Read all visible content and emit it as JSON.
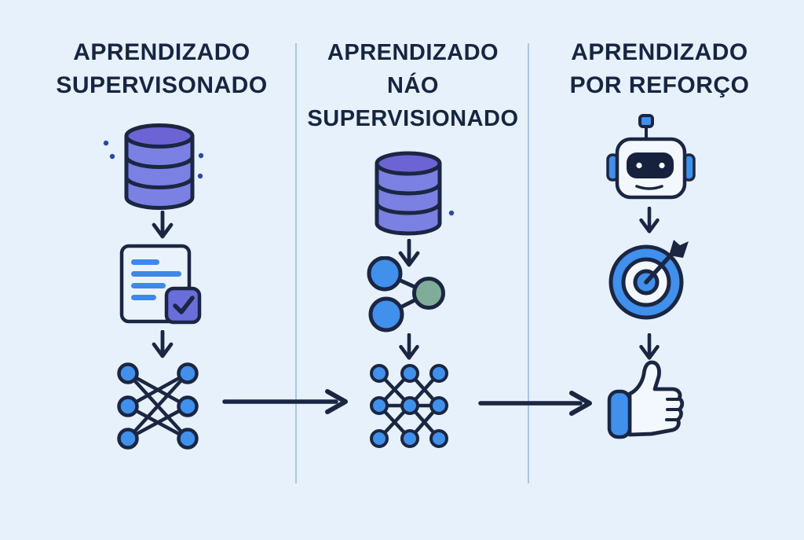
{
  "colors": {
    "background": "#e6f1fc",
    "title_text": "#172540",
    "outline": "#1b2642",
    "database_body": "#7b80e3",
    "database_top": "#6c63d5",
    "node_blue": "#4090ec",
    "node_green": "#80ad99",
    "paper_fill": "#eaf3fb",
    "paper_lines": "#3f87ea",
    "badge_purple": "#6a6edb",
    "icon_white": "#f2f8fe",
    "robot_face": "#16213d",
    "divider": "#a6c8e8",
    "dot_accent": "#2b4a9e"
  },
  "columns": [
    {
      "id": "supervisionado",
      "title_lines": [
        "APRENDIZADO",
        "SUPERVISONADO"
      ],
      "icons": [
        "database-icon",
        "document-check-icon",
        "neural-network-icon"
      ]
    },
    {
      "id": "nao-supervisionado",
      "title_lines": [
        "APRENDIZADO",
        "NÁO",
        "SUPERVISIONADO"
      ],
      "icons": [
        "database-icon",
        "cluster-icon",
        "neural-grid-icon"
      ]
    },
    {
      "id": "reforco",
      "title_lines": [
        "APRENDIZADO",
        "POR REFORÇO"
      ],
      "icons": [
        "robot-icon",
        "target-icon",
        "thumbs-up-icon"
      ]
    }
  ],
  "flow_arrows": [
    "column1-to-column2",
    "column2-to-column3"
  ]
}
